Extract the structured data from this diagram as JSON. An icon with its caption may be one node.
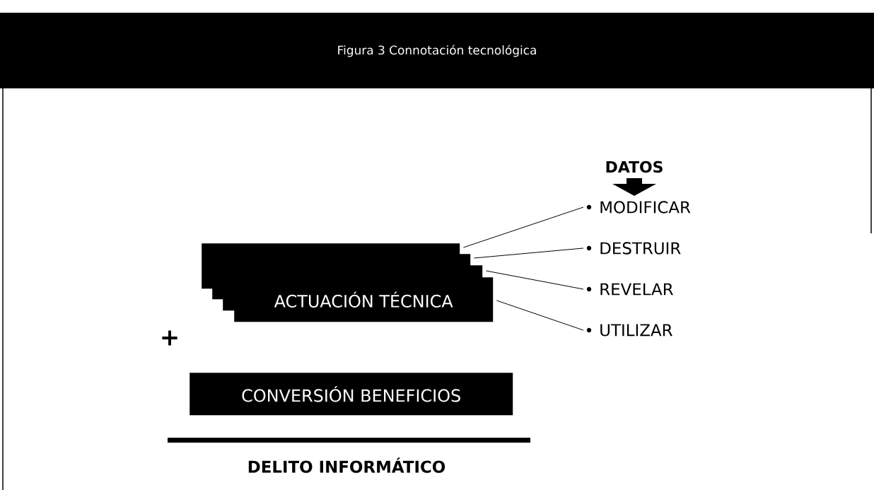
{
  "diagram": {
    "title": "Figura 3 Connotación tecnológica",
    "nodes": [
      {
        "text": [],
        "shape": "box"
      },
      {
        "text": [],
        "shape": "box"
      },
      {
        "text": [],
        "shape": "box"
      },
      {
        "text": [
          "ACTUACIÓN TÉCNICA"
        ]
      },
      {
        "text": [
          "MODIFICAR"
        ]
      },
      {
        "text": [
          "DESTRUIR"
        ]
      },
      {
        "text": [
          "REVELAR"
        ]
      },
      {
        "text": [
          "UTILIZAR"
        ]
      },
      {
        "text": [
          "CONVERSIÓN BENEFICIOS"
        ]
      }
    ],
    "edges": [
      {
        "from": 0,
        "to": 4,
        "arrow": "none"
      },
      {
        "from": 1,
        "to": 5,
        "arrow": "none"
      },
      {
        "from": 2,
        "to": 6,
        "arrow": "none"
      },
      {
        "from": 3,
        "to": 7,
        "arrow": "none"
      }
    ],
    "labels": [
      "DATOS",
      "+",
      "DELITO INFORMÁTICO"
    ]
  }
}
